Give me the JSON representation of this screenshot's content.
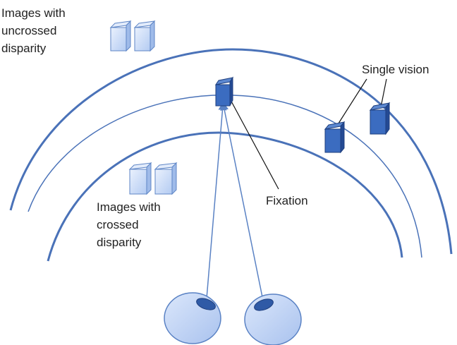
{
  "labels": {
    "uncrossed": [
      "Images with",
      "uncrossed",
      "disparity"
    ],
    "crossed": [
      "Images with",
      "crossed",
      "disparity"
    ],
    "single_vision": "Single vision",
    "fixation": "Fixation"
  },
  "colors": {
    "arc": "#4a72b8",
    "ray": "#5a82c4",
    "pointer": "#111111",
    "cube_dark_face": "#3b6cc0",
    "cube_dark_edge": "#1f3f7e",
    "cube_light_face": "#c9dbf6",
    "cube_light_edge": "#5f86c6",
    "eye_fill": "#bcd0f2",
    "eye_edge": "#5a82c4",
    "pupil": "#2f5aa6",
    "text": "#222222"
  }
}
